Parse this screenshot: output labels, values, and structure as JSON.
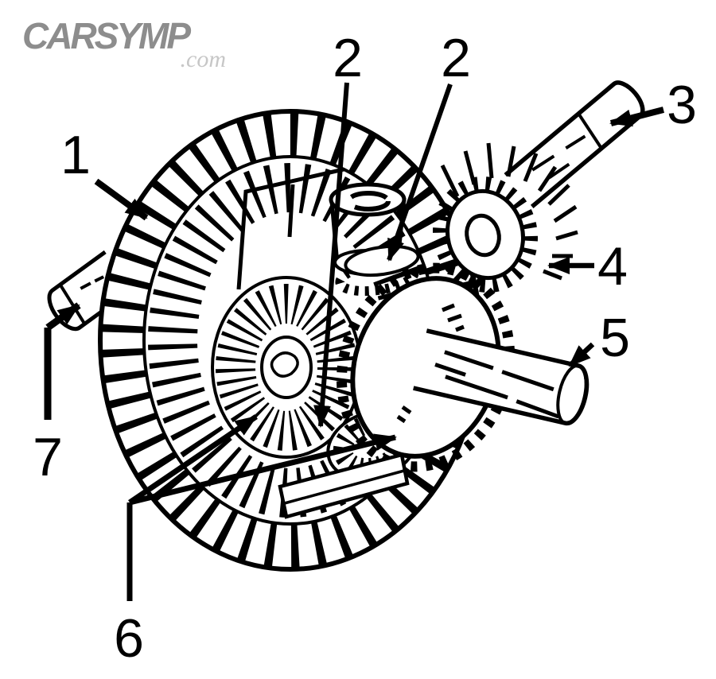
{
  "logo": {
    "brand": "CARSYMP",
    "tld": ".com",
    "brand_color": "#8d8d8d",
    "tld_color": "#c7c7c7"
  },
  "colors": {
    "ink": "#000000",
    "paper": "#ffffff"
  },
  "callouts": {
    "n1": "1",
    "n2a": "2",
    "n2b": "2",
    "n3": "3",
    "n4": "4",
    "n5": "5",
    "n6": "6",
    "n7": "7"
  }
}
